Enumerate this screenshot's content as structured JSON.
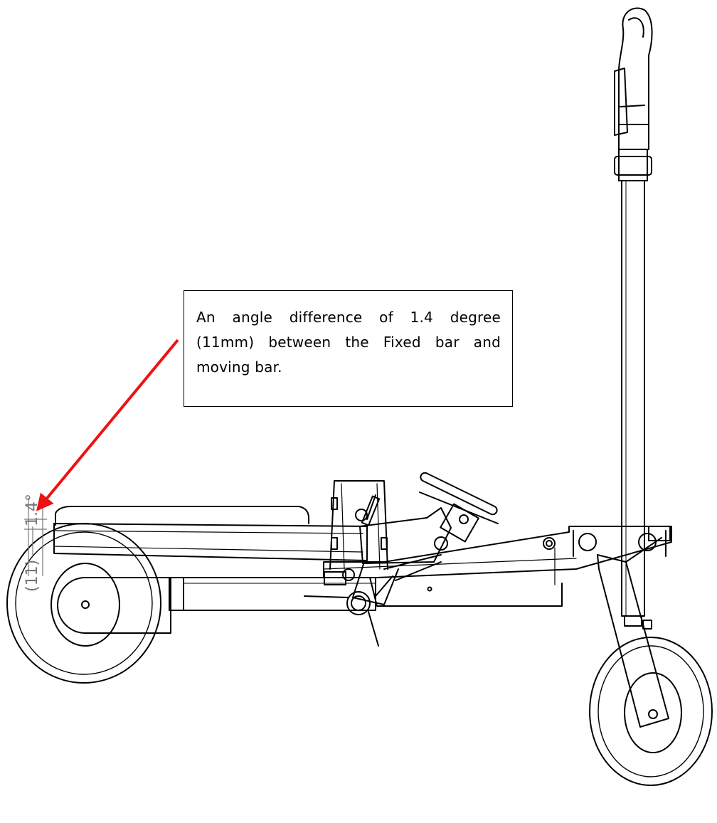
{
  "callout": {
    "text": "An angle difference of 1.4 degree (11mm) between the Fixed bar and moving bar."
  },
  "dimensions": {
    "angle_label": "1.4°",
    "offset_label": "(11)"
  },
  "colors": {
    "arrow": "#ee1111",
    "line": "#000000",
    "dimension": "#777777"
  }
}
